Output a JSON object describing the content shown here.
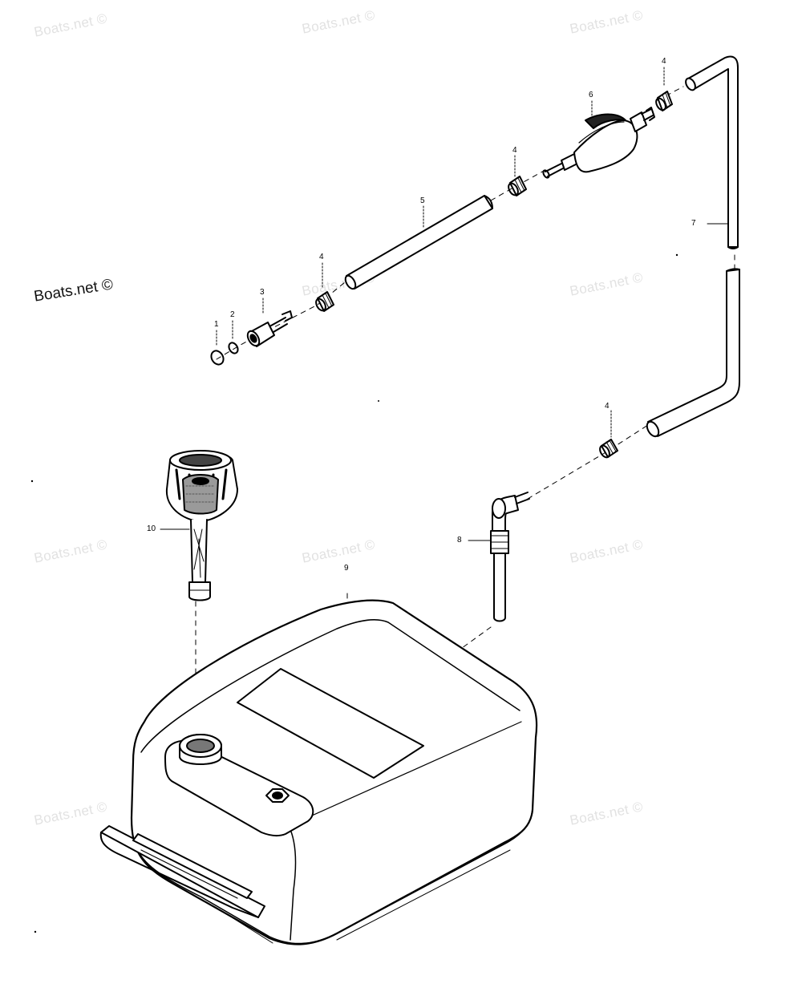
{
  "watermark_text": "Boats.net ©",
  "logo_text": "Boats.net ©",
  "callouts": {
    "c1": "1",
    "c2": "2",
    "c3": "3",
    "c4a": "4",
    "c4b": "4",
    "c4c": "4",
    "c4d": "4",
    "c5": "5",
    "c6": "6",
    "c7": "7",
    "c8": "8",
    "c9": "9",
    "c10": "10"
  }
}
